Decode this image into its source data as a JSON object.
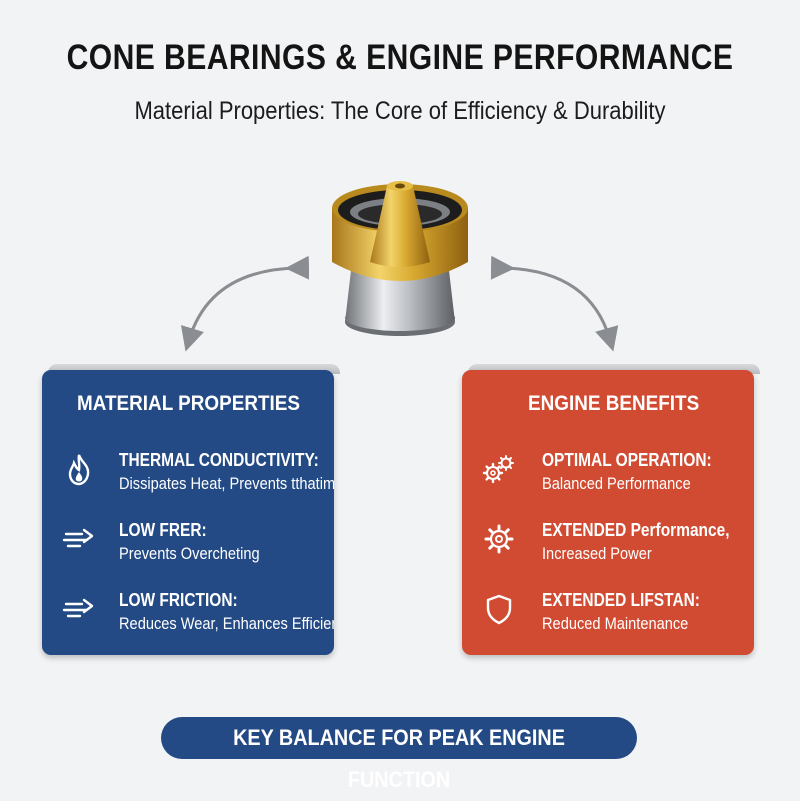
{
  "header": {
    "title": "CONE BEARINGS & ENGINE PERFORMANCE",
    "subtitle": "Material Properties: The Core of Efficiency & Durability"
  },
  "illustration": {
    "subject": "cone-bearing",
    "colors": {
      "gold": "#d4a72c",
      "steel": "#a9abb0",
      "seal": "#1d1d1d"
    }
  },
  "panels": {
    "left": {
      "heading": "MATERIAL PROPERTIES",
      "color": "#234a84",
      "items": [
        {
          "icon": "flame-icon",
          "title": "THERMAL CONDUCTIVITY:",
          "text": "Dissipates Heat, Prevents tthatims"
        },
        {
          "icon": "airflow-arrow-icon",
          "title": "LOW FRER:",
          "text": "Prevents Overcheting"
        },
        {
          "icon": "airflow-arrow-icon",
          "title": "LOW FRICTION:",
          "text": "Reduces Wear, Enhances Efficiency"
        }
      ]
    },
    "right": {
      "heading": "ENGINE BENEFITS",
      "color": "#d14b32",
      "items": [
        {
          "icon": "gears-icon",
          "title": "OPTIMAL OPERATION:",
          "text": "Balanced Performance"
        },
        {
          "icon": "gear-icon",
          "title": "EXTENDED Performance,",
          "text": "Increased Power"
        },
        {
          "icon": "shield-icon",
          "title": "EXTENDED LIFSTAN:",
          "text": "Reduced Maintenance"
        }
      ]
    }
  },
  "footer": {
    "label": "KEY BALANCE FOR PEAK ENGINE FUNCTION"
  }
}
